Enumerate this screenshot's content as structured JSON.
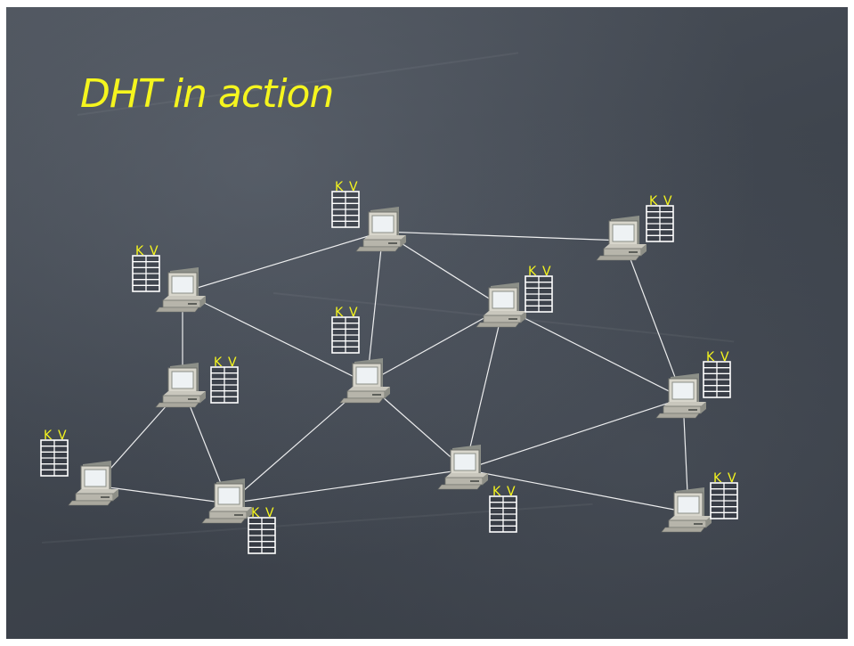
{
  "slide": {
    "title": "DHT in action"
  },
  "table": {
    "key_label": "K",
    "value_label": "V"
  },
  "colors": {
    "title": "#f5f51e",
    "label": "#f5f51e",
    "link": "#ffffff",
    "table_stroke": "#ffffff"
  }
}
